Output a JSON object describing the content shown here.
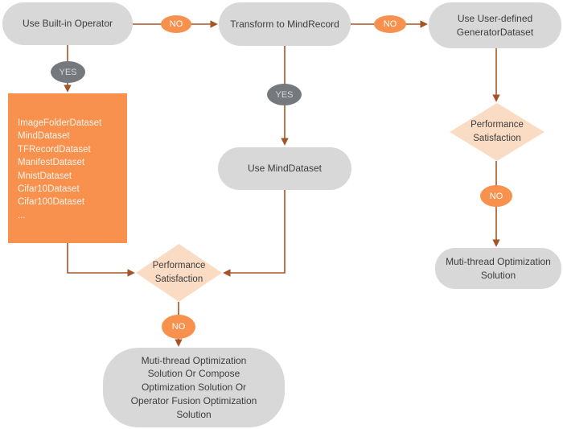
{
  "colors": {
    "background": "#ffffff",
    "node_gray": "#d8d8d9",
    "accent_orange": "#f7914d",
    "badge_gray": "#75797d",
    "diamond_peach": "#fadcc4",
    "connector": "#a65327",
    "text_dark": "#3d3d3d",
    "text_on_orange": "#fdf3ea",
    "text_on_badge": "#d8d8d8",
    "text_on_no": "#ffffff"
  },
  "nodes": {
    "use_built_in_operator": {
      "label": "Use Built-in Operator"
    },
    "transform_to_mindrecord": {
      "label": "Transform to MindRecord"
    },
    "use_user_defined_generatordataset": {
      "label": "Use User-defined GeneratorDataset"
    },
    "builtin_dataset_list": {
      "items": [
        "ImageFolderDataset",
        "MindDataset",
        "TFRecordDataset",
        "ManifestDataset",
        "MnistDataset",
        "Cifar10Dataset",
        "Cifar100Dataset",
        "..."
      ]
    },
    "use_minddataset": {
      "label": "Use MindDataset"
    },
    "performance_satisfaction_center": {
      "label": "Performance Satisfaction"
    },
    "performance_satisfaction_right": {
      "label": "Performance Satisfaction"
    },
    "center_optimization_solution": {
      "label": "Muti-thread Optimization Solution Or Compose Optimization Solution Or Operator Fusion Optimization Solution"
    },
    "right_optimization_solution": {
      "label": "Muti-thread Optimization Solution"
    }
  },
  "edge_labels": {
    "no_builtin_to_mindrecord": "NO",
    "no_mindrecord_to_generator": "NO",
    "yes_builtin": "YES",
    "yes_mindrecord": "YES",
    "no_center_diamond": "NO",
    "no_right_diamond": "NO"
  }
}
